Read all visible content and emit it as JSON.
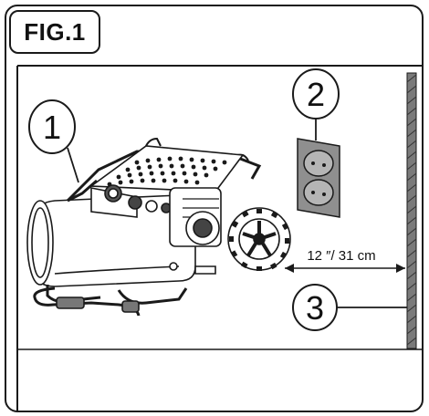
{
  "figure": {
    "label": "FIG.1"
  },
  "callouts": [
    {
      "number": "1",
      "target": "air-compressor"
    },
    {
      "number": "2",
      "target": "wall-outlet"
    },
    {
      "number": "3",
      "target": "wall"
    }
  ],
  "dimension": {
    "text": "12 ″/ 31 cm"
  },
  "colors": {
    "line": "#1a1a1a",
    "outlet_fill": "#8f8f8f",
    "wall_fill": "#7a7a7a"
  }
}
